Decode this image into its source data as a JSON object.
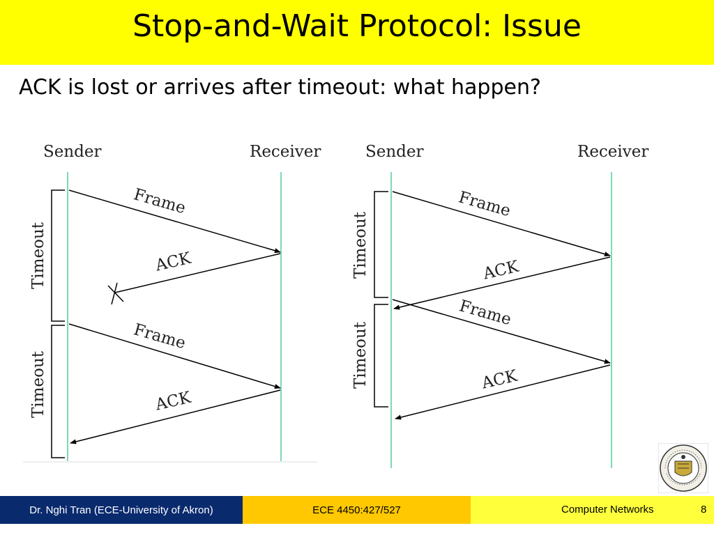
{
  "slide": {
    "title": "Stop-and-Wait Protocol: Issue",
    "subtitle": "ACK is lost or arrives after timeout: what happen?"
  },
  "diagram_left": {
    "sender": "Sender",
    "receiver": "Receiver",
    "frame1": "Frame",
    "ack1": "ACK",
    "frame2": "Frame",
    "ack2": "ACK",
    "timeout1": "Timeout",
    "timeout2": "Timeout"
  },
  "diagram_right": {
    "sender": "Sender",
    "receiver": "Receiver",
    "frame1": "Frame",
    "ack1": "ACK",
    "frame2": "Frame",
    "ack2": "ACK",
    "timeout1": "Timeout",
    "timeout2": "Timeout"
  },
  "footer": {
    "author": "Dr. Nghi Tran (ECE-University of Akron)",
    "course_code": "ECE 4450:427/527",
    "course_name": "Computer Networks",
    "page": "8"
  },
  "colors": {
    "title_bar": "#ffff00",
    "timeline": "#7fd8b0",
    "footer_left": "#0a2a6e",
    "footer_mid": "#ffc800",
    "footer_right": "#ffff3c"
  }
}
